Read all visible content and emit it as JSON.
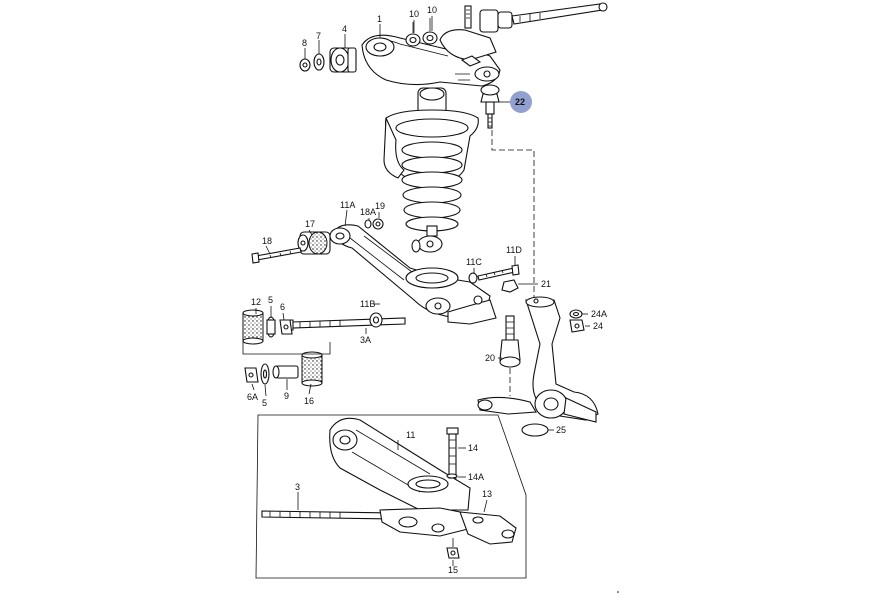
{
  "diagram": {
    "highlight_color": "#7f8fc9",
    "labels": {
      "p1": "1",
      "p3": "3",
      "p3a": "3A",
      "p4": "4",
      "p5a": "5",
      "p5b": "5",
      "p6": "6",
      "p6a": "6A",
      "p7": "7",
      "p8": "8",
      "p9": "9",
      "p10a": "10",
      "p10b": "10",
      "p11": "11",
      "p11a": "11A",
      "p11b": "11B",
      "p11c": "11C",
      "p11d": "11D",
      "p12": "12",
      "p13": "13",
      "p14": "14",
      "p14a": "14A",
      "p15": "15",
      "p16": "16",
      "p17": "17",
      "p18": "18",
      "p18a": "18A",
      "p19": "19",
      "p20": "20",
      "p21": "21",
      "p22": "22",
      "p24": "24",
      "p24a": "24A",
      "p25": "25"
    }
  }
}
